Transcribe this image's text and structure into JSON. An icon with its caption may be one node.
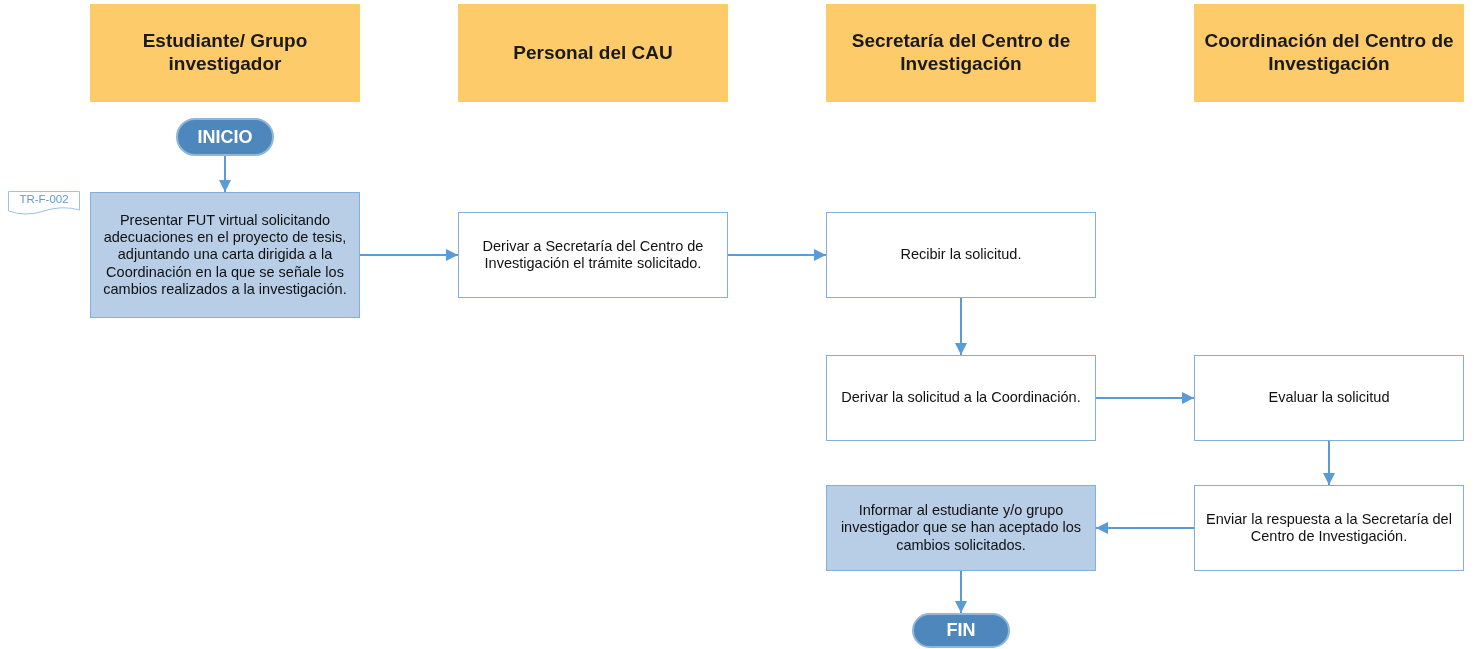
{
  "diagram": {
    "nodes": [
      {
        "text": [
          "Estudiante/ Grupo investigador"
        ]
      },
      {
        "text": [
          "Personal del CAU"
        ]
      },
      {
        "text": [
          "Secretaría del Centro de Investigación"
        ]
      },
      {
        "text": [
          "Coordinación del Centro de Investigación"
        ]
      },
      {
        "text": [
          "INICIO"
        ]
      },
      {
        "text": [
          "TR-F-002"
        ]
      },
      {
        "text": [
          "Presentar FUT virtual solicitando adecuaciones en el proyecto de tesis, adjuntando una carta dirigida a la Coordinación en la que se señale los cambios realizados a la investigación."
        ]
      },
      {
        "text": [
          "Derivar a Secretaría del Centro de Investigación el trámite solicitado."
        ]
      },
      {
        "text": [
          "Recibir la solicitud."
        ]
      },
      {
        "text": [
          "Derivar la solicitud a la Coordinación."
        ]
      },
      {
        "text": [
          "Evaluar la solicitud"
        ]
      },
      {
        "text": [
          "Informar al estudiante y/o grupo investigador que se han aceptado los cambios solicitados."
        ]
      },
      {
        "text": [
          "Enviar la respuesta a la Secretaría del Centro de Investigación."
        ]
      },
      {
        "text": [
          "FIN"
        ]
      }
    ],
    "edges": [
      {
        "from": 4,
        "to": 6,
        "arrow": "to"
      },
      {
        "from": 6,
        "to": 7,
        "arrow": "to"
      },
      {
        "from": 7,
        "to": 8,
        "arrow": "to"
      },
      {
        "from": 8,
        "to": 9,
        "arrow": "to"
      },
      {
        "from": 9,
        "to": 10,
        "arrow": "to"
      },
      {
        "from": 10,
        "to": 12,
        "arrow": "to"
      },
      {
        "from": 12,
        "to": 11,
        "arrow": "to"
      },
      {
        "from": 11,
        "to": 13,
        "arrow": "to"
      }
    ]
  }
}
